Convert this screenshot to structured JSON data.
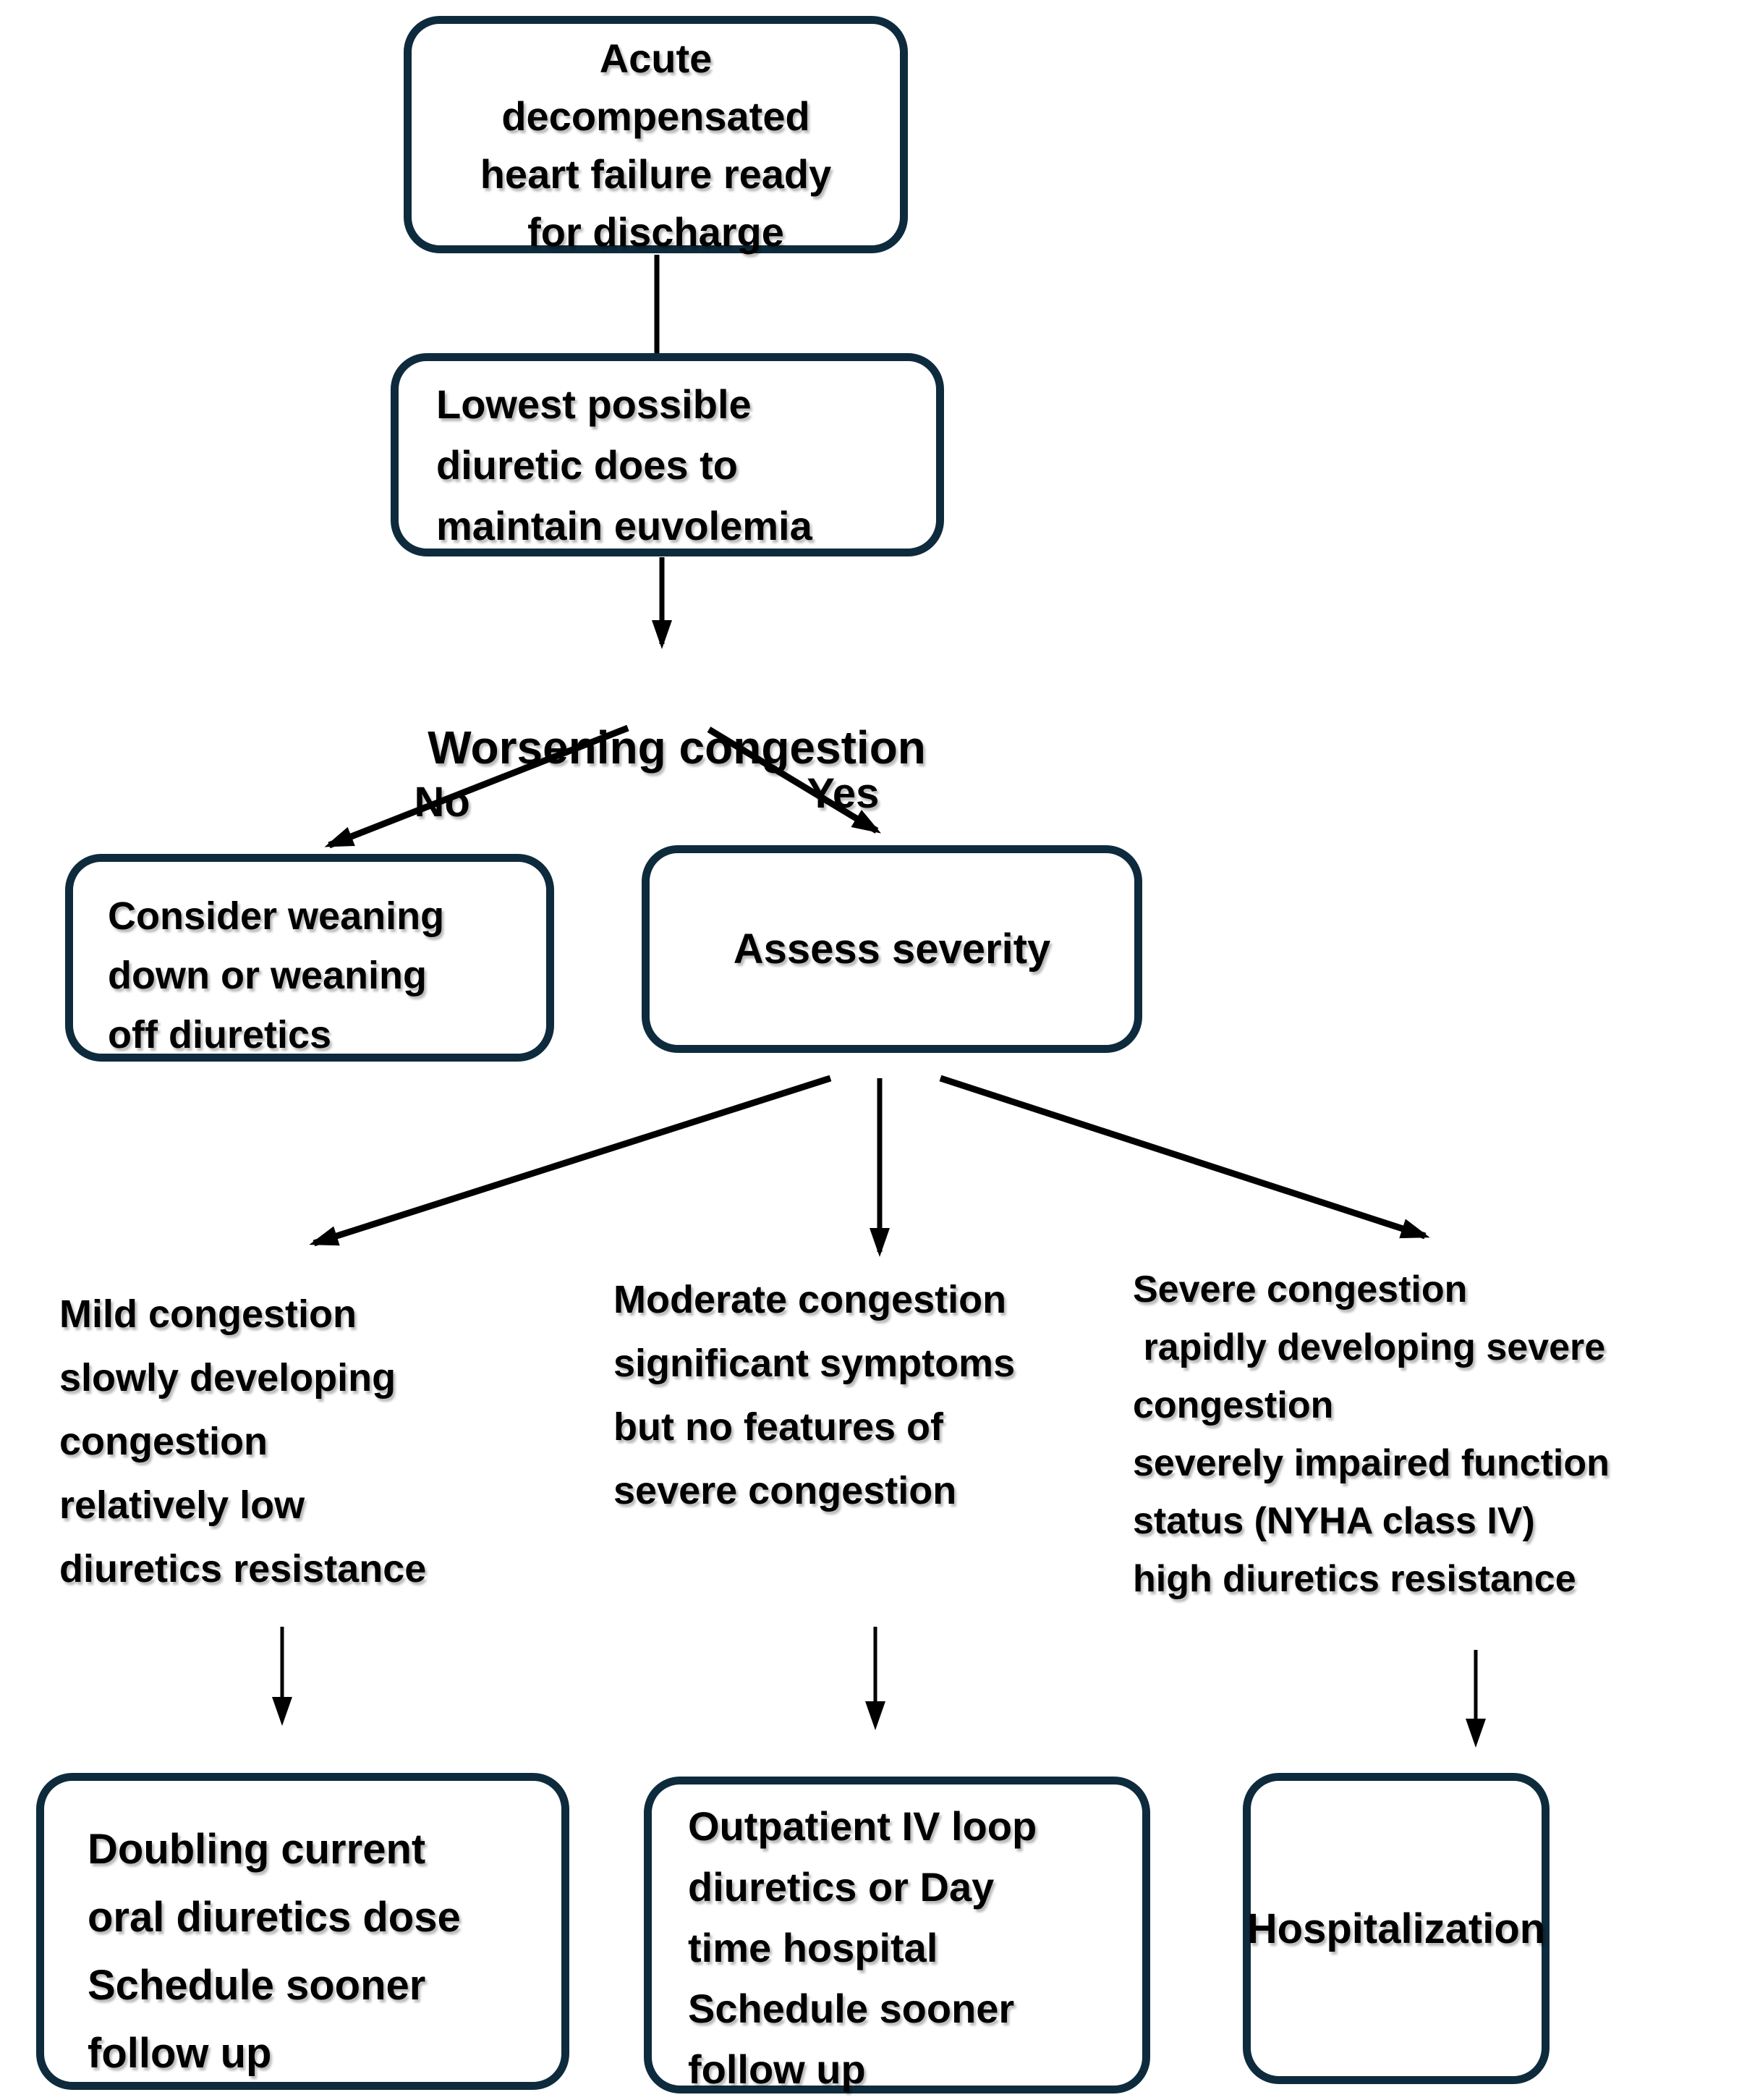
{
  "title": "Acute decompensated heart failure discharge flowchart",
  "nodes": {
    "start": {
      "lines": [
        "Acute",
        "decompensated",
        "heart failure ready",
        "for discharge"
      ]
    },
    "dose": {
      "lines": [
        "Lowest possible",
        "diuretic does to",
        "maintain euvolemia"
      ]
    },
    "wean": {
      "lines": [
        "Consider weaning",
        "down or weaning",
        "off diuretics"
      ]
    },
    "assess": {
      "label": "Assess severity"
    },
    "doubling": {
      "lines": [
        "Doubling current",
        "oral diuretics dose",
        "Schedule sooner",
        "follow up"
      ]
    },
    "outpatient": {
      "lines": [
        "Outpatient IV loop",
        "diuretics or Day",
        "time hospital",
        "Schedule sooner",
        "follow up"
      ]
    },
    "hospitalization": {
      "label": "Hospitalization"
    }
  },
  "decision": {
    "question": "Worsening congestion",
    "no_label": "No",
    "yes_label": "Yes"
  },
  "columns": {
    "mild": {
      "lines": [
        "Mild congestion",
        "slowly developing",
        "congestion",
        "relatively low",
        "diuretics resistance"
      ]
    },
    "moderate": {
      "lines": [
        "Moderate congestion",
        "significant symptoms",
        "but no features of",
        "severe congestion"
      ]
    },
    "severe": {
      "lines": [
        "Severe congestion",
        " rapidly developing severe",
        "congestion",
        "severely impaired function",
        "status (NYHA class IV)",
        "high diuretics resistance"
      ]
    }
  },
  "edges": [
    {
      "from": "start",
      "to": "dose"
    },
    {
      "from": "dose",
      "to": "worsening-congestion"
    },
    {
      "from": "worsening-congestion",
      "to": "wean",
      "label": "No"
    },
    {
      "from": "worsening-congestion",
      "to": "assess",
      "label": "Yes"
    },
    {
      "from": "assess",
      "to": "mild"
    },
    {
      "from": "assess",
      "to": "moderate"
    },
    {
      "from": "assess",
      "to": "severe"
    },
    {
      "from": "mild",
      "to": "doubling"
    },
    {
      "from": "moderate",
      "to": "outpatient"
    },
    {
      "from": "severe",
      "to": "hospitalization"
    }
  ],
  "colors": {
    "box_border": "#0e2b3d",
    "arrow": "#000000",
    "text": "#000000",
    "background": "#ffffff"
  }
}
